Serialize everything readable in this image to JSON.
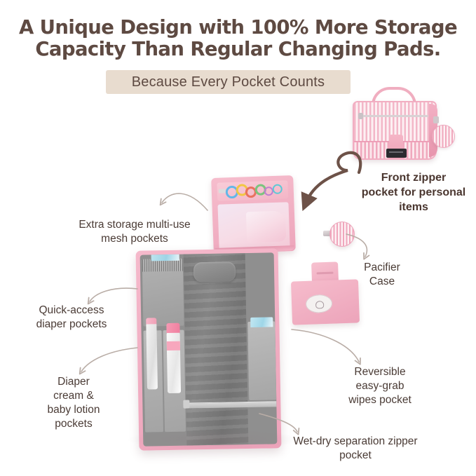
{
  "headline": {
    "line1": "A Unique Design with 100% More Storage",
    "line2": "Capacity Than Regular Changing Pads."
  },
  "subtitle": {
    "text": "Because Every Pocket Counts"
  },
  "labels": {
    "front_zipper": {
      "line1": "Front zipper",
      "line2": "pocket for personal",
      "line3": "items"
    },
    "mesh_pockets": {
      "line1": "Extra storage multi-use",
      "line2": "mesh pockets"
    },
    "pacifier_case": {
      "line1": "Pacifier",
      "line2": "Case"
    },
    "quick_access": {
      "line1": "Quick-access",
      "line2": "diaper pockets"
    },
    "cream_lotion": {
      "line1": "Diaper",
      "line2": "cream &",
      "line3": "baby lotion",
      "line4": "pockets"
    },
    "wipes_pocket": {
      "line1": "Reversible",
      "line2": "easy-grab",
      "line3": "wipes pocket"
    },
    "wet_dry": {
      "line1": "Wet-dry separation zipper",
      "line2": "pocket"
    }
  },
  "colors": {
    "background": "#ffffff",
    "headline_text": "#5e4a42",
    "banner_background": "#e8dccf",
    "banner_text": "#5e4a42",
    "label_text": "#4a3b35",
    "arrow_thick": "#6d5248",
    "arrow_thin": "#b9ada6",
    "product_pink": "#f0a8bd",
    "product_pink_light": "#fdf1f4",
    "pad_gray": "#848484",
    "pocket_gray": "#b0b0b0",
    "diaper_blue": "#a8dbea",
    "buckle_black": "#2b2b2f"
  },
  "product": {
    "folded_bag": "pink and white striped travel changing pad bag with carry handle and black side-release buckle",
    "open_pad": "opened changing pad with gray padded mat, raised head pillow, mesh side pockets, bottle slots and zipper pocket",
    "pacifier_case_item": "round pink striped pacifier case with metal clip",
    "contents": [
      "blue diapers",
      "white bottle with pink cap",
      "pink lotion bottle",
      "blue baby wipes",
      "colorful teething toy ring",
      "folded pink baby garment"
    ]
  }
}
